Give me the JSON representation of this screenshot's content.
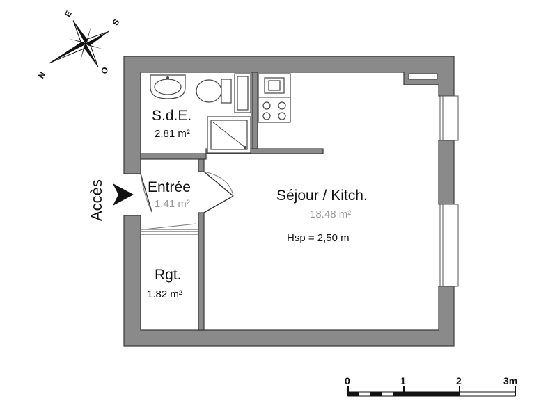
{
  "rooms": {
    "sde": {
      "name": "S.d.E.",
      "area": "2.81 m²"
    },
    "entree": {
      "name": "Entrée",
      "area": "1.41 m²"
    },
    "sejour": {
      "name": "Séjour / Kitch.",
      "area": "18.48 m²",
      "hsp": "Hsp =  2,50 m"
    },
    "rgt": {
      "name": "Rgt.",
      "area": "1.82  m²"
    }
  },
  "access_label": "Accès",
  "compass": {
    "n": "N",
    "e": "E",
    "s": "S",
    "o": "O"
  },
  "scale": {
    "labels": [
      "0",
      "1",
      "2",
      "3m"
    ]
  },
  "colors": {
    "wall": "#8a8a8a",
    "outline": "#333333",
    "background": "#ffffff"
  },
  "icons": [
    "compass-rose-icon",
    "access-arrow-icon",
    "washbasin-icon",
    "toilet-icon",
    "shower-icon",
    "cooktop-icon",
    "scale-bar-icon"
  ]
}
